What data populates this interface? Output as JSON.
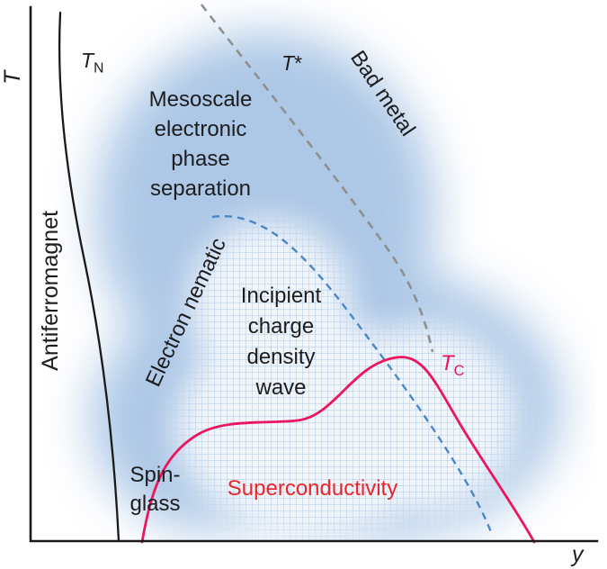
{
  "axes": {
    "y_label": "T",
    "x_label": "y"
  },
  "regions": {
    "antiferromagnet": "Antiferromagnet",
    "mesoscale_lines": [
      "Mesoscale",
      "electronic",
      "phase",
      "separation"
    ],
    "bad_metal": "Bad metal",
    "electron_nematic": "Electron nematic",
    "incipient_cdw_lines": [
      "Incipient",
      "charge",
      "density",
      "wave"
    ],
    "superconductivity": "Superconductivity",
    "spin_glass_lines": [
      "Spin-",
      "glass"
    ]
  },
  "curve_labels": {
    "neel": {
      "base": "T",
      "sub": "N"
    },
    "tstar": {
      "base": "T",
      "star": "*"
    },
    "tc": {
      "base": "T",
      "sub": "C"
    }
  },
  "colors": {
    "axis_black": "#1a1a1a",
    "neel_curve": "#1a1a1a",
    "tstar_dashed_gray": "#8f8f8f",
    "nematic_dashed_blue": "#4c86c6",
    "superconducting_dome_red": "#eb1660",
    "superconductivity_text_red": "#e8262b",
    "cloud_blue": "#a9c5e5",
    "grid_blue": "#a8c2e2"
  }
}
